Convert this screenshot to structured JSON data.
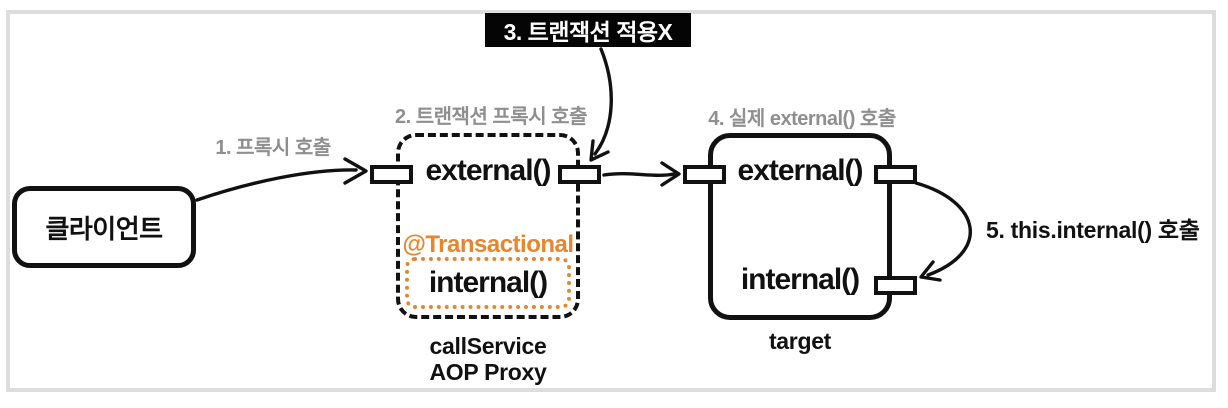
{
  "colors": {
    "accent_orange": "#E8862D",
    "label_gray": "#8F8F8F",
    "line_black": "#111111",
    "frame_border": "#DDDDDD",
    "step3_bg": "#050505",
    "step3_text": "#FFFFFF"
  },
  "diagram": {
    "client": {
      "label": "클라이언트"
    },
    "labels": {
      "step1": "1. 프록시 호출",
      "step2": "2. 트랜잭션 프록시 호출",
      "step3": "3. 트랜잭션 적용X",
      "step4": "4. 실제 external() 호출",
      "step5": "5. this.internal() 호출"
    },
    "proxy": {
      "external_method": "external()",
      "annotation": "@Transactional",
      "internal_method": "internal()",
      "caption_line1": "callService",
      "caption_line2": "AOP Proxy"
    },
    "target": {
      "external_method": "external()",
      "internal_method": "internal()",
      "caption": "target"
    }
  }
}
